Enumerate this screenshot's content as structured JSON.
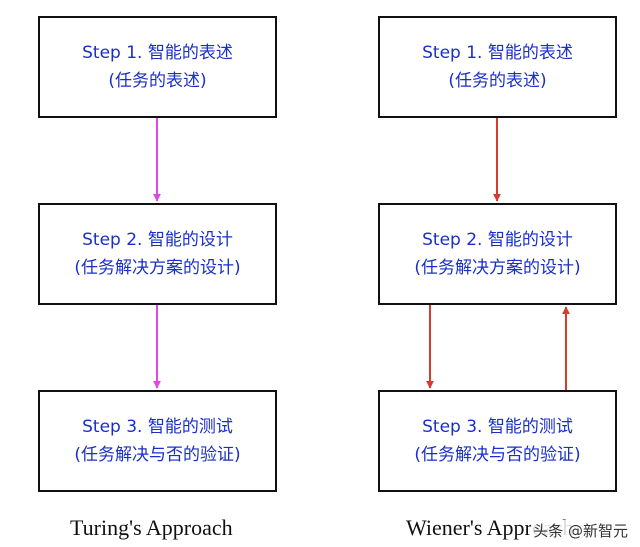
{
  "left": {
    "boxes": [
      {
        "line1": "Step 1. 智能的表述",
        "line2": "(任务的表述)"
      },
      {
        "line1": "Step 2. 智能的设计",
        "line2": "(任务解决方案的设计)"
      },
      {
        "line1": "Step 3. 智能的测试",
        "line2": "(任务解决与否的验证)"
      }
    ],
    "caption": "Turing's Approach",
    "arrow_color": "#e048e8"
  },
  "right": {
    "boxes": [
      {
        "line1": "Step 1. 智能的表述",
        "line2": "(任务的表述)"
      },
      {
        "line1": "Step 2. 智能的设计",
        "line2": "(任务解决方案的设计)"
      },
      {
        "line1": "Step 3. 智能的测试",
        "line2": "(任务解决与否的验证)"
      }
    ],
    "caption": "Wiener's Approach",
    "arrow_color": "#d83a2e"
  },
  "watermark": "头条 @新智元"
}
